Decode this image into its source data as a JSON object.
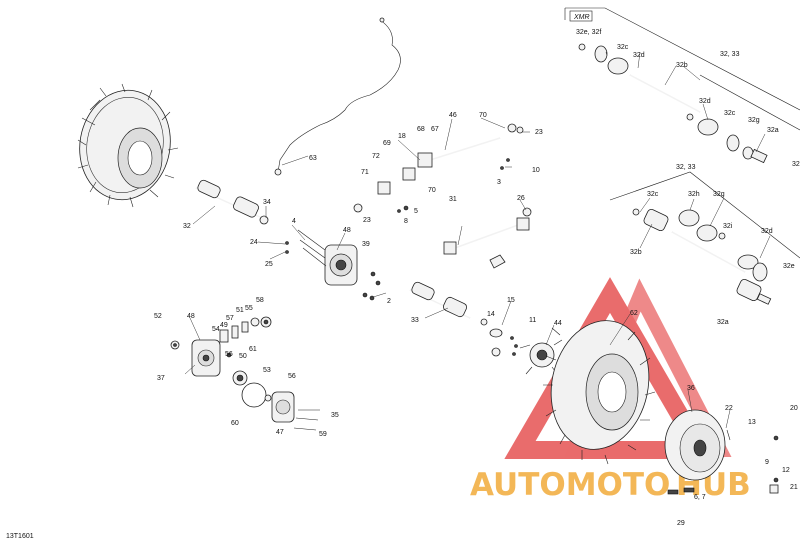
{
  "diagram_code": "13T1601",
  "variant_label": "XMR",
  "watermark": {
    "brand_left": "AUTOMOTO",
    "brand_right": "HUB",
    "color_red": "#e23b3b",
    "color_orange": "#f0a020"
  },
  "callouts": {
    "c1": "63",
    "c2": "32",
    "c3": "34",
    "c4": "4",
    "c5": "24",
    "c6": "25",
    "c7": "48",
    "c8": "39",
    "c9": "2",
    "c10": "46",
    "c11": "18",
    "c12": "68",
    "c13": "67",
    "c14": "69",
    "c15": "72",
    "c16": "71",
    "c17": "70",
    "c18": "23",
    "c19": "5",
    "c20": "8",
    "c21": "70",
    "c22": "23",
    "c23": "10",
    "c24": "3",
    "c25": "31",
    "c26": "26",
    "c27": "33",
    "c28": "15",
    "c29": "14",
    "c30": "11",
    "c31": "44",
    "c32": "62",
    "c33": "52",
    "c34": "48",
    "c35": "54",
    "c36": "57",
    "c37": "51",
    "c38": "55",
    "c39": "58",
    "c40": "49",
    "c41": "56",
    "c42": "50",
    "c43": "61",
    "c44": "37",
    "c45": "53",
    "c46": "56",
    "c47": "60",
    "c48": "35",
    "c49": "47",
    "c50": "59",
    "c51": "32e, 32f",
    "c52": "32c",
    "c53": "32d",
    "c54": "32b",
    "c55": "32, 33",
    "c56": "32d",
    "c57": "32c",
    "c58": "32g",
    "c59": "32a",
    "c60": "32",
    "c61": "32, 33",
    "c62": "32c",
    "c63": "32h",
    "c64": "32g",
    "c65": "32i",
    "c66": "32d",
    "c67": "32b",
    "c68": "32e",
    "c69": "32a",
    "c70": "36",
    "c71": "22",
    "c72": "13",
    "c73": "20",
    "c74": "9",
    "c75": "12",
    "c76": "6, 7",
    "c77": "21",
    "c78": "29"
  }
}
